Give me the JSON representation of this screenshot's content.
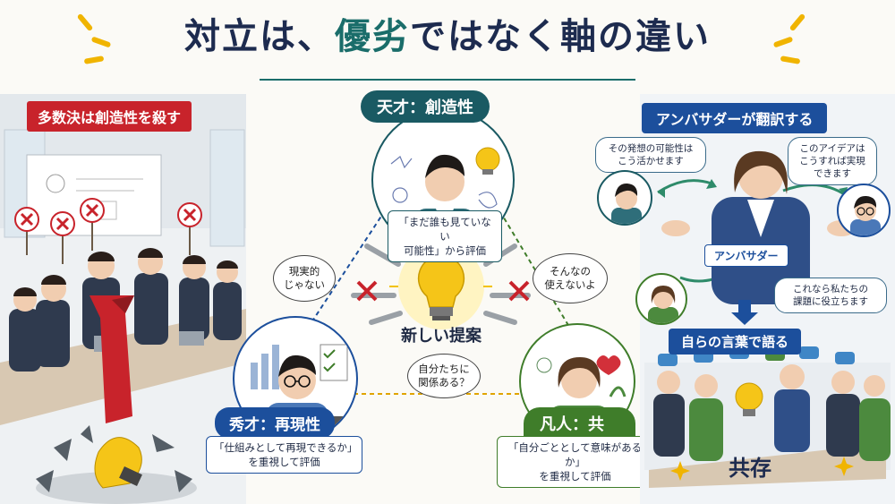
{
  "title": {
    "part1": "対立は、",
    "part2": "優劣",
    "part3": "ではなく軸の違い"
  },
  "left": {
    "label": "多数決は創造性を殺す"
  },
  "center": {
    "genius": {
      "label": "天才：創造性",
      "caption_line1": "「まだ誰も見ていない",
      "caption_line2": "可能性」から評価"
    },
    "bulb_label": "新しい提案",
    "bubble_left_line1": "現実的",
    "bubble_left_line2": "じゃない",
    "bubble_right_line1": "そんなの",
    "bubble_right_line2": "使えないよ",
    "bubble_bottom_line1": "自分たちに",
    "bubble_bottom_line2": "関係ある？",
    "talent": {
      "label": "秀才：再現性",
      "caption_line1": "「仕組みとして再現できるか」",
      "caption_line2": "を重視して評価"
    },
    "common": {
      "label": "凡人：共感性",
      "caption_line1": "「自分ごととして意味があるか」",
      "caption_line2": "を重視して評価"
    }
  },
  "right": {
    "label": "アンバサダーが翻訳する",
    "speech1_line1": "その発想の可能性は",
    "speech1_line2": "こう活かせます",
    "speech2_line1": "このアイデアは",
    "speech2_line2": "こうすれば実現",
    "speech2_line3": "できます",
    "ambassador_tag": "アンバサダー",
    "speech3_line1": "これなら私たちの",
    "speech3_line2": "課題に役立ちます",
    "own_words_label": "自らの言葉で語る",
    "coexist_label": "共存"
  },
  "colors": {
    "red": "#c8232b",
    "teal": "#1a5a63",
    "green": "#3f7d2a",
    "navy": "#1c4f9c",
    "bulb": "#f5c518"
  }
}
